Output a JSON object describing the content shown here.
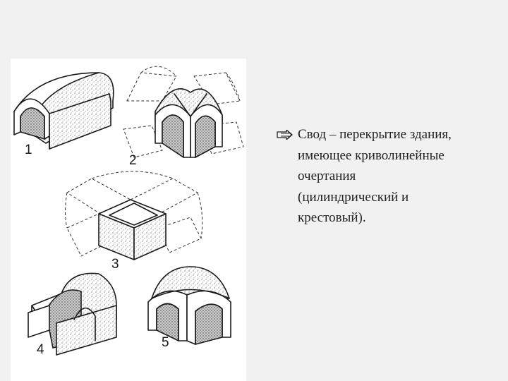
{
  "figure": {
    "labels": [
      "1",
      "2",
      "3",
      "4",
      "5"
    ]
  },
  "text": {
    "bullet_lines": [
      "Свод – перекрытие здания,",
      "имеющее криволинейные",
      "очертания",
      "(цилиндрический и",
      "крестовый)."
    ]
  },
  "icons": {
    "bullet": "arrow-bullet-icon"
  },
  "colors": {
    "background": "#f1f1f1",
    "text": "#222222",
    "figure_bg": "#ffffff"
  }
}
